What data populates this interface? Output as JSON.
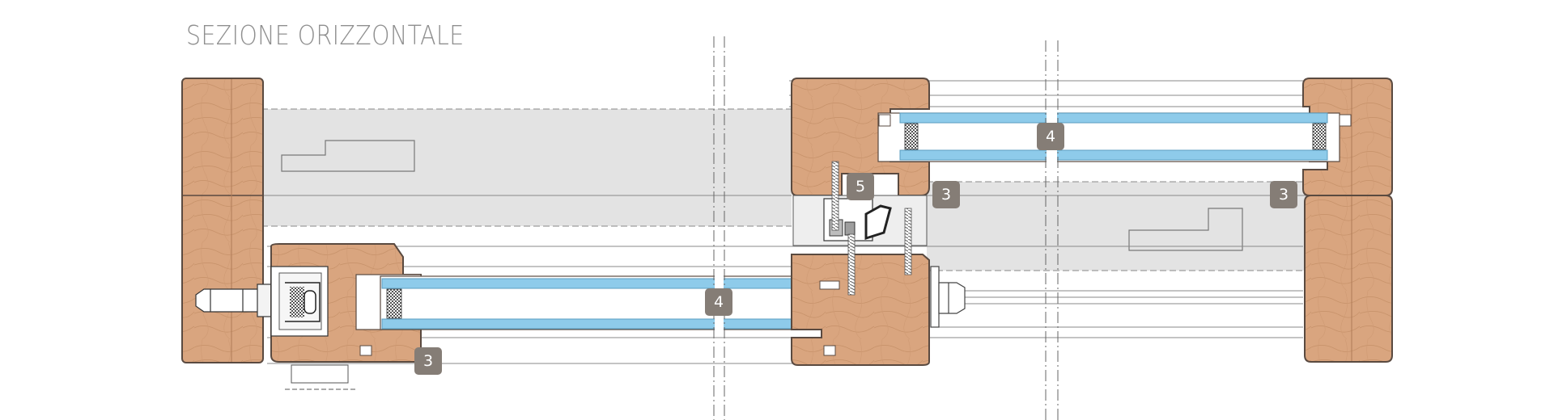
{
  "title": "SEZIONE ORIZZONTALE",
  "callouts": [
    {
      "id": "glass-left",
      "text": "4"
    },
    {
      "id": "glass-right",
      "text": "4"
    },
    {
      "id": "ref-3-bottom-left",
      "text": "3"
    },
    {
      "id": "ref-3-center",
      "text": "3"
    },
    {
      "id": "ref-3-right",
      "text": "3"
    },
    {
      "id": "ref-5-hardware",
      "text": "5"
    }
  ],
  "colors": {
    "wood": "#d9a57f",
    "wood_grain": "#c58f68",
    "outline": "#5a4a40",
    "glass": "#7fc3e6",
    "glass_light": "#cfe8f6",
    "wall_fill": "#e3e3e3",
    "callout_bg": "#857d76",
    "title": "#8f8f8f"
  }
}
